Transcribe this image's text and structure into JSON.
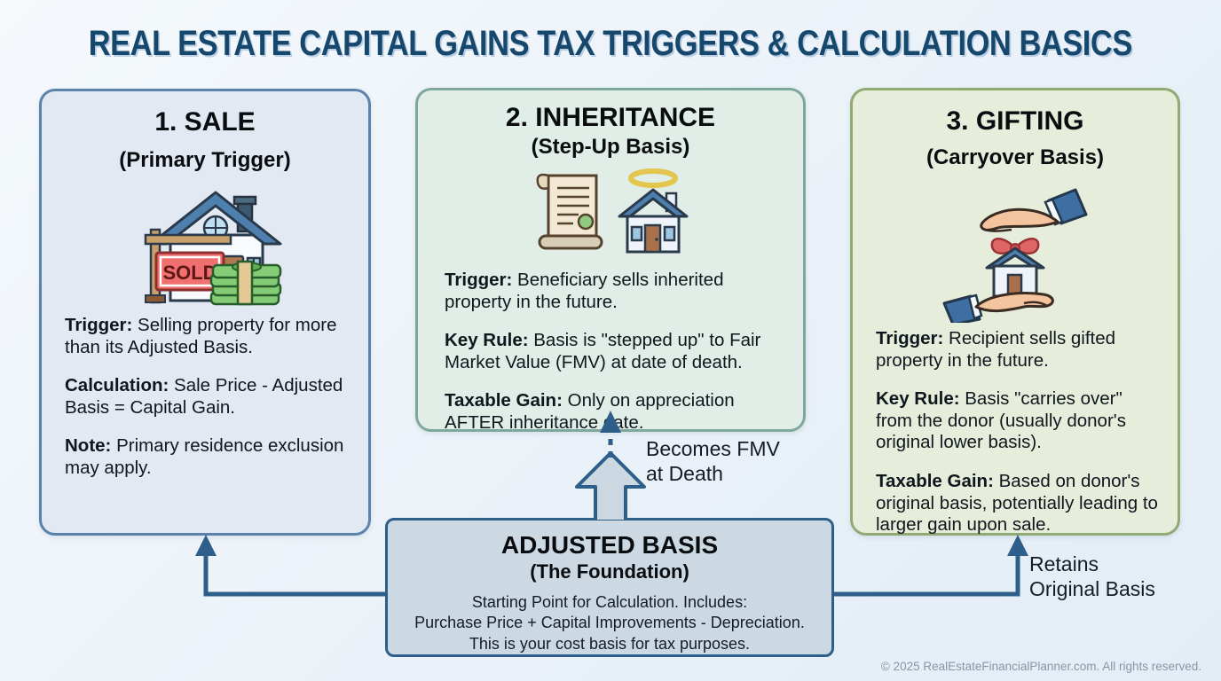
{
  "title": "REAL ESTATE CAPITAL GAINS TAX TRIGGERS & CALCULATION BASICS",
  "cards": [
    {
      "heading": "1. SALE",
      "subheading": "(Primary Trigger)",
      "icon": "sold-house-cash-icon",
      "items": [
        {
          "label": "Trigger:",
          "text": " Selling property for more than its Adjusted Basis."
        },
        {
          "label": "Calculation:",
          "text": " Sale Price - Adjusted Basis = Capital Gain."
        },
        {
          "label": "Note:",
          "text": " Primary residence exclusion may apply."
        }
      ],
      "sold_sign_text": "SOLD"
    },
    {
      "heading": "2. INHERITANCE",
      "subheading": "(Step-Up Basis)",
      "icon": "will-scroll-halo-house-icon",
      "items": [
        {
          "label": "Trigger:",
          "text": " Beneficiary sells inherited property in the future."
        },
        {
          "label": "Key Rule:",
          "text": " Basis is \"stepped up\" to Fair Market Value (FMV) at date of death."
        },
        {
          "label": "Taxable Gain:",
          "text": " Only on appreciation AFTER inheritance date."
        }
      ]
    },
    {
      "heading": "3. GIFTING",
      "subheading": "(Carryover Basis)",
      "icon": "hands-gift-house-icon",
      "items": [
        {
          "label": "Trigger:",
          "text": " Recipient sells gifted property in the future."
        },
        {
          "label": "Key Rule:",
          "text": " Basis \"carries over\" from the donor (usually donor's original lower basis)."
        },
        {
          "label": "Taxable Gain:",
          "text": " Based on donor's original basis, potentially leading to larger gain upon sale."
        }
      ]
    }
  ],
  "foundation": {
    "heading": "ADJUSTED BASIS",
    "subheading": "(The Foundation)",
    "line1": "Starting Point for Calculation. Includes:",
    "line2": "Purchase Price + Capital Improvements - Depreciation.",
    "line3": "This is your cost basis for tax purposes."
  },
  "annotations": {
    "fmv_line1": "Becomes FMV",
    "fmv_line2": "at Death",
    "retains_line1": "Retains",
    "retains_line2": "Original Basis"
  },
  "footer": {
    "copyright": "© 2025 RealEstateFinancialPlanner.com. All rights reserved."
  },
  "colors": {
    "title": "#16486e",
    "arrow": "#2e5f8a",
    "sale_card_bg": "#e3e9f3",
    "sale_card_border": "#5b82ad",
    "inherit_card_bg": "#e1ede7",
    "inherit_card_border": "#7ea89b",
    "gift_card_bg": "#e6eedb",
    "gift_card_border": "#90aa74",
    "foundation_bg": "#ccd9e3",
    "foundation_border": "#2e5f8a"
  }
}
